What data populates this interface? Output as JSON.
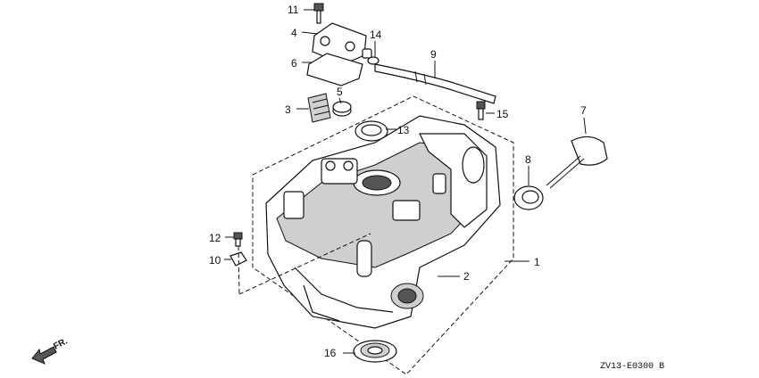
{
  "callouts": {
    "c1": "1",
    "c2": "2",
    "c3": "3",
    "c4": "4",
    "c5": "5",
    "c6": "6",
    "c7": "7",
    "c8": "8",
    "c9": "9",
    "c10": "10",
    "c11": "11",
    "c12": "12",
    "c13": "13",
    "c14": "14",
    "c15": "15",
    "c16": "16"
  },
  "direction_label": "FR.",
  "diagram_code": "ZV13-E0300 B"
}
